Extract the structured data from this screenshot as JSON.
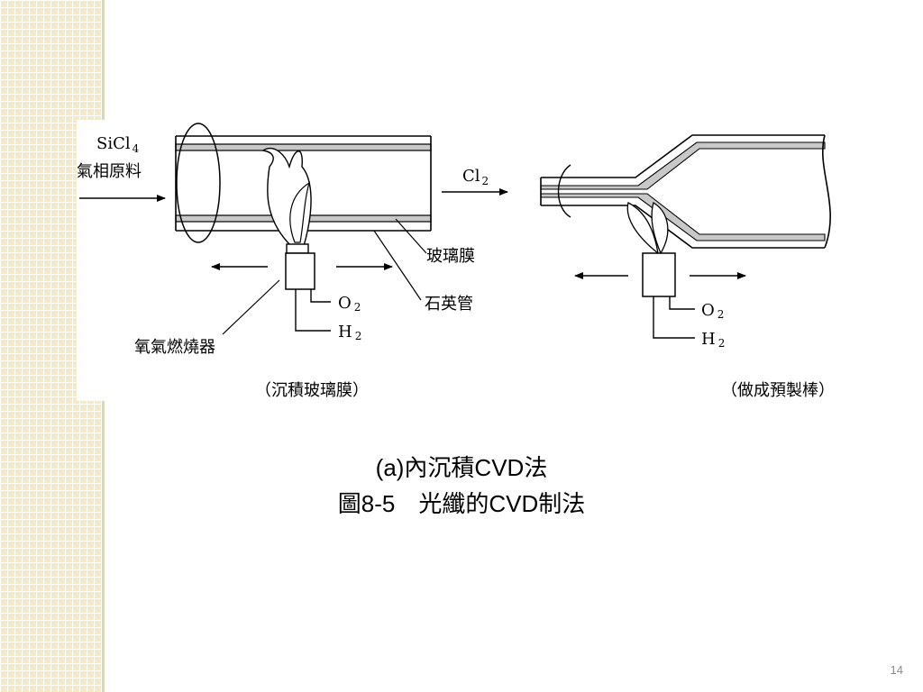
{
  "diagram": {
    "left": {
      "input_formula": "SiCl",
      "input_subscript": "4",
      "input_label": "氣相原料",
      "output_formula": "Cl",
      "output_subscript": "2",
      "glass_film_label": "玻璃膜",
      "quartz_tube_label": "石英管",
      "burner_label": "氧氣燃燒器",
      "oxygen_formula": "O",
      "oxygen_subscript": "2",
      "hydrogen_formula": "H",
      "hydrogen_subscript": "2",
      "caption": "（沉積玻璃膜）"
    },
    "right": {
      "oxygen_formula": "O",
      "oxygen_subscript": "2",
      "hydrogen_formula": "H",
      "hydrogen_subscript": "2",
      "caption": "（做成預製棒）"
    }
  },
  "captions": {
    "line1": "(a)內沉積CVD法",
    "line2": "圖8-5　光纖的CVD制法"
  },
  "page_number": "14",
  "colors": {
    "sidebar": "#f4e9c9",
    "glass_layer": "#c8c8c8",
    "ink": "#000000"
  }
}
